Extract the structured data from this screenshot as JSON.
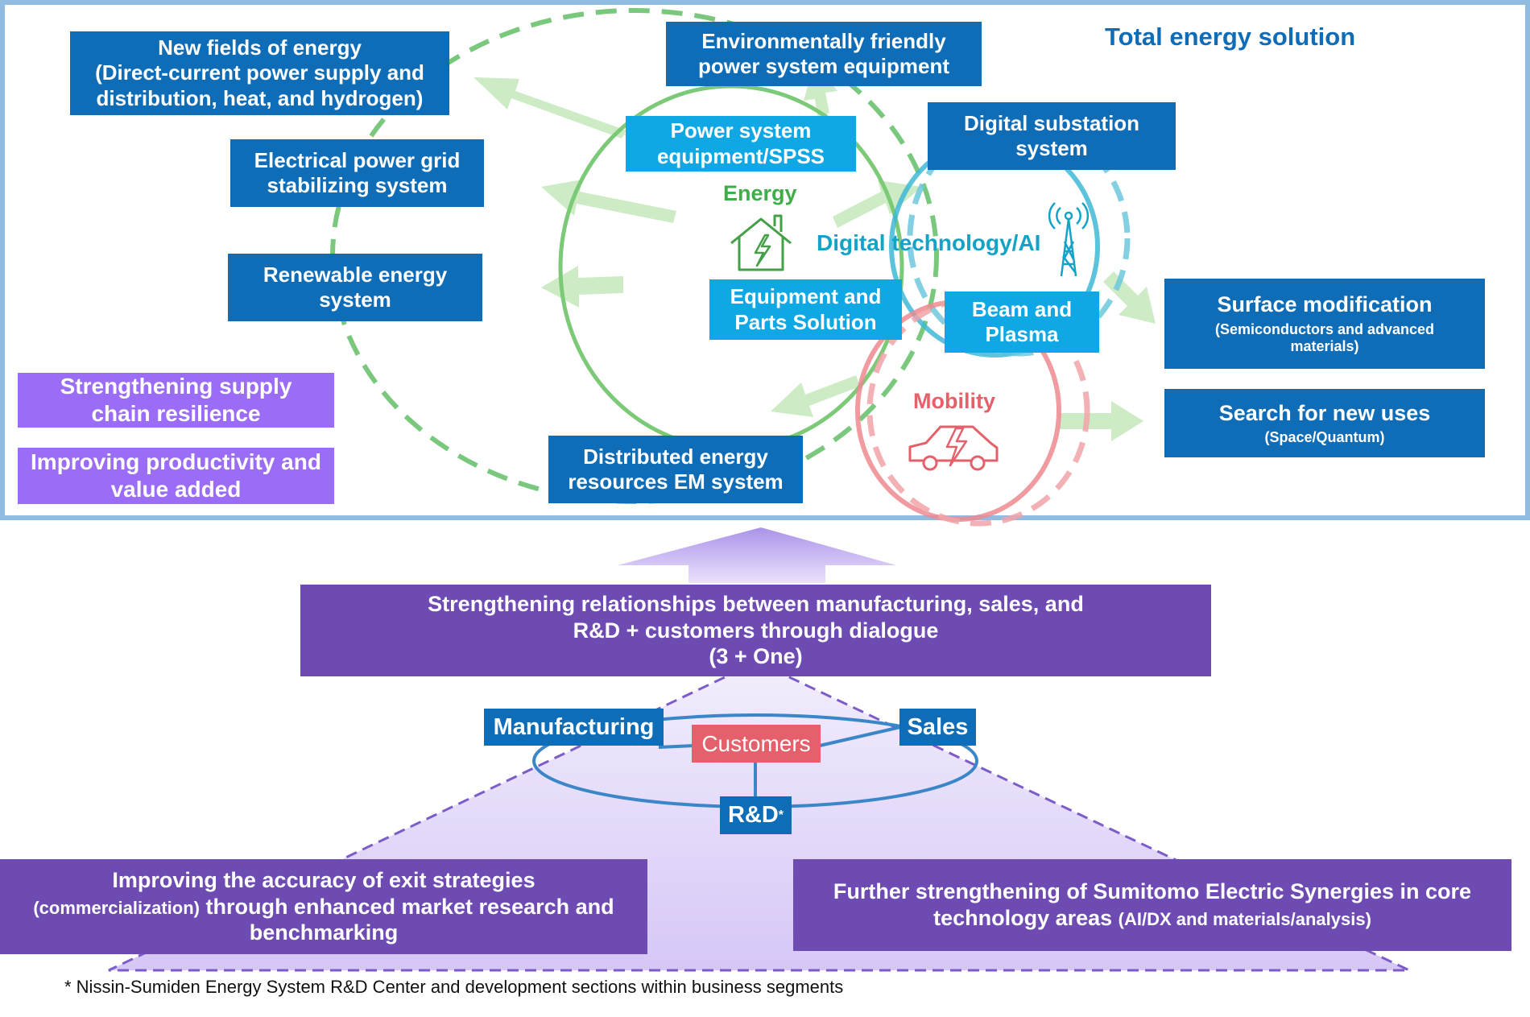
{
  "solution": {
    "title": "Total energy solution",
    "new_fields": {
      "line1": "New fields of energy",
      "line2": "(Direct-current power supply and",
      "line3": "distribution, heat, and hydrogen)"
    },
    "grid_stabilizing": {
      "line1": "Electrical power grid",
      "line2": "stabilizing system"
    },
    "renewable": {
      "line1": "Renewable energy",
      "line2": "system"
    },
    "supply_chain": {
      "line1": "Strengthening supply",
      "line2": "chain resilience"
    },
    "productivity": {
      "line1": "Improving productivity and",
      "line2": "value added"
    },
    "env_friendly": {
      "line1": "Environmentally friendly",
      "line2": "power system equipment"
    },
    "power_system_spss": {
      "line1": "Power system",
      "line2": "equipment/SPSS"
    },
    "digital_substation": {
      "line1": "Digital substation",
      "line2": "system"
    },
    "equipment_parts": {
      "line1": "Equipment and",
      "line2": "Parts Solution"
    },
    "beam_plasma": {
      "line1": "Beam and",
      "line2": "Plasma"
    },
    "distributed": {
      "line1": "Distributed energy",
      "line2": "resources EM system"
    },
    "surface_mod": {
      "line1": "Surface modification",
      "line2": "(Semiconductors and advanced",
      "line3": "materials)"
    },
    "new_uses": {
      "line1": "Search for new uses",
      "line2": "(Space/Quantum)"
    },
    "energy_label": "Energy",
    "digital_label": "Digital technology/AI",
    "mobility_label": "Mobility"
  },
  "relationship": {
    "line1": "Strengthening relationships between manufacturing, sales, and",
    "line2": "R&D + customers through dialogue",
    "line3": "(3 + One)"
  },
  "nodes": {
    "manufacturing": "Manufacturing",
    "sales": "Sales",
    "customers": "Customers",
    "rd": "R&D",
    "rd_mark": "*"
  },
  "bottom_left": {
    "line1": "Improving the accuracy of exit strategies",
    "line2_small": "(commercialization)",
    "line2_rest": " through enhanced market research and",
    "line3": "benchmarking"
  },
  "bottom_right": {
    "line1": "Further strengthening of Sumitomo Electric Synergies in core",
    "line2_main": "technology areas ",
    "line2_small": "(AI/DX and materials/analysis)"
  },
  "footnote": "* Nissin-Sumiden Energy System R&D Center and development sections within business segments",
  "colors": {
    "dark_blue": "#0f6cb7",
    "sky_blue": "#0fa7e4",
    "green": "#3fae49",
    "teal": "#14a3c7",
    "red": "#e4606a",
    "purple": "#6d4bb3",
    "lavender": "#9b6cf5"
  }
}
